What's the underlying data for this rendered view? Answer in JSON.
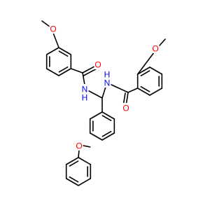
{
  "molecule": {
    "colors": {
      "carbon_bond": "#000000",
      "oxygen": "#ff0000",
      "nitrogen": "#0000ff",
      "background": "#ffffff"
    },
    "atom_labels": {
      "o_methoxy_left": "O",
      "o_carbonyl_left": "O",
      "n_left": "N",
      "h_left": "H",
      "n_right": "N",
      "h_right": "H",
      "o_carbonyl_right": "O",
      "o_methoxy_right": "O",
      "o_ether": "O"
    }
  }
}
